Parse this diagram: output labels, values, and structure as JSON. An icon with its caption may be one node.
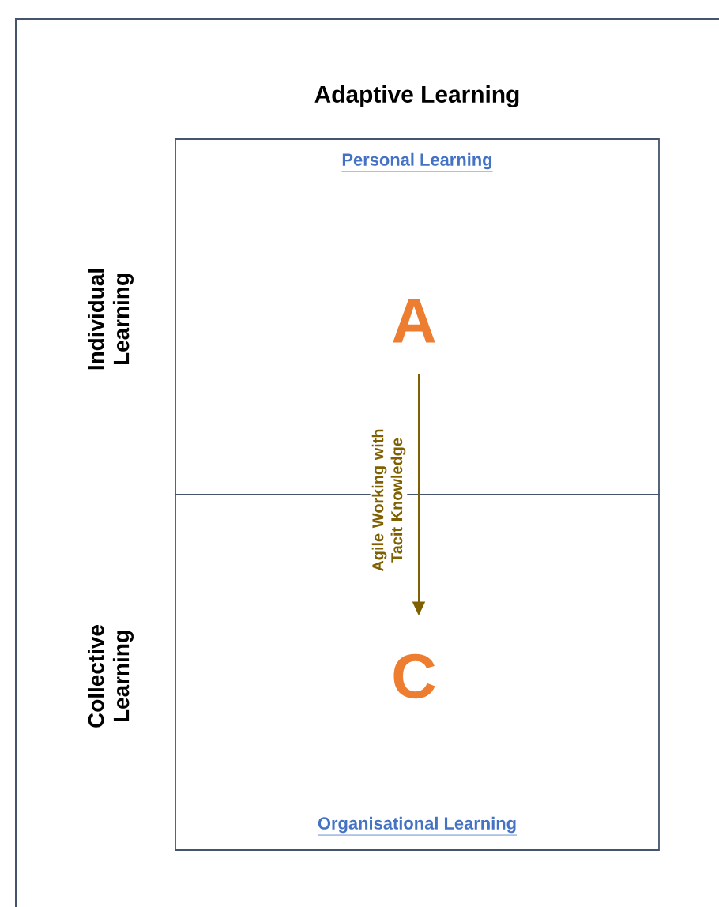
{
  "diagram": {
    "title": "Adaptive Learning",
    "nodes": [
      {
        "text": [
          "Personal Learning"
        ]
      },
      {
        "text": [
          "Organisational Learning"
        ]
      },
      {
        "text": [
          "A"
        ],
        "in": 0
      },
      {
        "text": [
          "C"
        ],
        "in": 1
      }
    ],
    "edges": [
      {
        "from": 2,
        "to": 3,
        "arrow": "to",
        "label": "Agile Working with Tacit Knowledge",
        "color": "#7f6000"
      }
    ],
    "labels": [
      "Individual Learning",
      "Collective Learning"
    ]
  }
}
